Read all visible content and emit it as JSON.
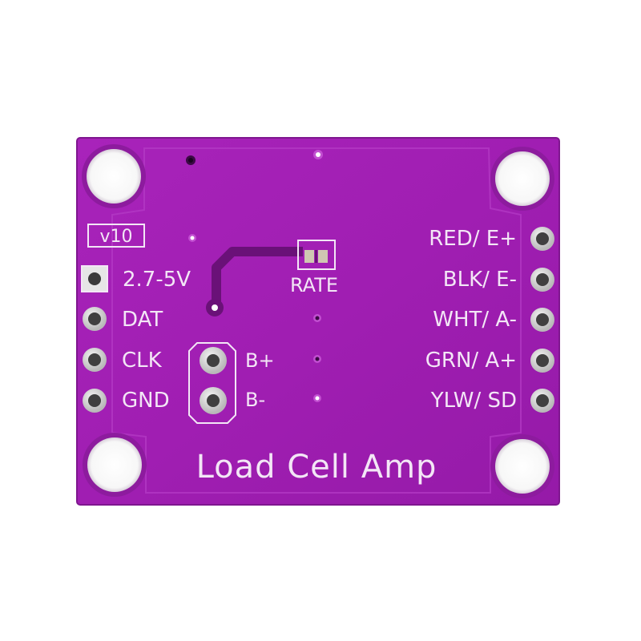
{
  "board": {
    "version": "v10",
    "power_label": "2.7-5V",
    "rate_label": "RATE",
    "title": "Load Cell Amp",
    "left_pins": [
      "DAT",
      "CLK",
      "GND"
    ],
    "bridge_pins": [
      "B+",
      "B-"
    ],
    "right_pins": [
      "RED/ E+",
      "BLK/ E-",
      "WHT/ A-",
      "GRN/ A+",
      "YLW/ SD"
    ]
  },
  "colors": {
    "pcb": "#a21fb4",
    "pcb_edge": "#8a1a9c",
    "silkscreen": "#f3e6f6",
    "pad": "#dcdcdc"
  }
}
